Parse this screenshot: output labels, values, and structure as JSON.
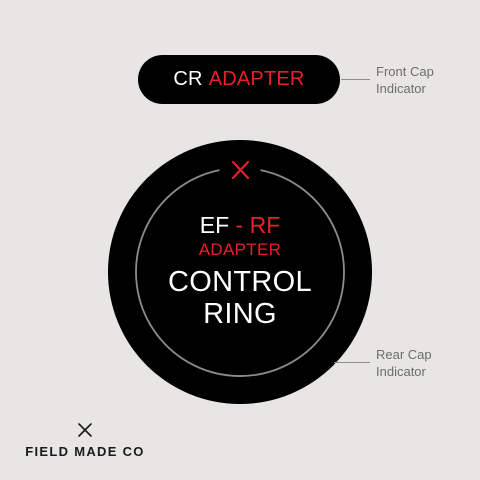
{
  "front_cap": {
    "word1": "CR",
    "word2": "ADAPTER",
    "indicator_line1": "Front Cap",
    "indicator_line2": "Indicator"
  },
  "rear_cap": {
    "indicator_line1": "Rear Cap",
    "indicator_line2": "Indicator"
  },
  "ring": {
    "line1_part1": "EF",
    "line1_dash": "-",
    "line1_part2": "RF",
    "line2": "ADAPTER",
    "line3": "CONTROL",
    "line4": "RING"
  },
  "brand": {
    "name": "FIELD MADE CO"
  },
  "colors": {
    "accent": "#e8202a",
    "dark": "#000000",
    "background": "#e7e6e4"
  },
  "icons": [
    "x-mark-icon",
    "x-mark-icon"
  ]
}
